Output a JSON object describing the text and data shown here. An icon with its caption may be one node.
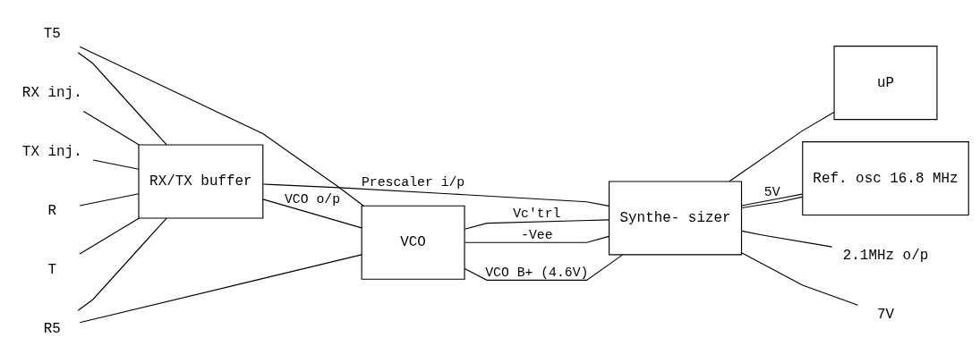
{
  "diagram": {
    "nodes": [
      {
        "text": [
          "RX inj."
        ]
      },
      {
        "text": [
          "TX inj."
        ]
      },
      {
        "text": [
          "RX/TX buffer"
        ]
      },
      {
        "text": [
          "VCO"
        ]
      },
      {
        "text": [
          "Synthe- sizer"
        ]
      },
      {
        "text": [
          "uP"
        ]
      },
      {
        "text": [
          "R"
        ]
      },
      {
        "text": [
          "T"
        ]
      },
      {
        "text": [
          "R5"
        ]
      },
      {
        "text": [
          "T5"
        ]
      },
      {
        "text": [
          "Ref. osc 16.8 MHz"
        ]
      },
      {
        "text": [
          "2.1MHz o/p"
        ]
      },
      {
        "text": [
          "7V"
        ]
      }
    ],
    "edges": [
      {
        "from": 0,
        "to": 2,
        "arrow": "none"
      },
      {
        "from": 1,
        "to": 2,
        "arrow": "none"
      },
      {
        "from": 2,
        "to": 3,
        "arrow": "none",
        "label": "VCO o/p"
      },
      {
        "from": 3,
        "to": 4,
        "arrow": "none",
        "label": "VCO B+ (4.6V)"
      },
      {
        "from": 3,
        "to": 4,
        "arrow": "none",
        "label": "Vc'trl"
      },
      {
        "from": 3,
        "to": 4,
        "arrow": "none",
        "label": "-Vee"
      },
      {
        "from": 4,
        "to": 5,
        "arrow": "none"
      },
      {
        "from": 6,
        "to": 2,
        "arrow": "none"
      },
      {
        "from": 7,
        "to": 2,
        "arrow": "none"
      },
      {
        "from": 8,
        "to": 2,
        "arrow": "none"
      },
      {
        "from": 8,
        "to": 3,
        "arrow": "none"
      },
      {
        "from": 9,
        "to": 2,
        "arrow": "none"
      },
      {
        "from": 9,
        "to": 3,
        "arrow": "none"
      },
      {
        "from": 2,
        "to": 4,
        "arrow": "none",
        "label": "Prescaler i/p"
      },
      {
        "from": 4,
        "to": 10,
        "arrow": "none"
      },
      {
        "from": 4,
        "to": 10,
        "arrow": "none",
        "label": "5V"
      },
      {
        "from": 4,
        "to": 11,
        "arrow": "none"
      },
      {
        "from": 4,
        "to": 12,
        "arrow": "none"
      }
    ]
  }
}
